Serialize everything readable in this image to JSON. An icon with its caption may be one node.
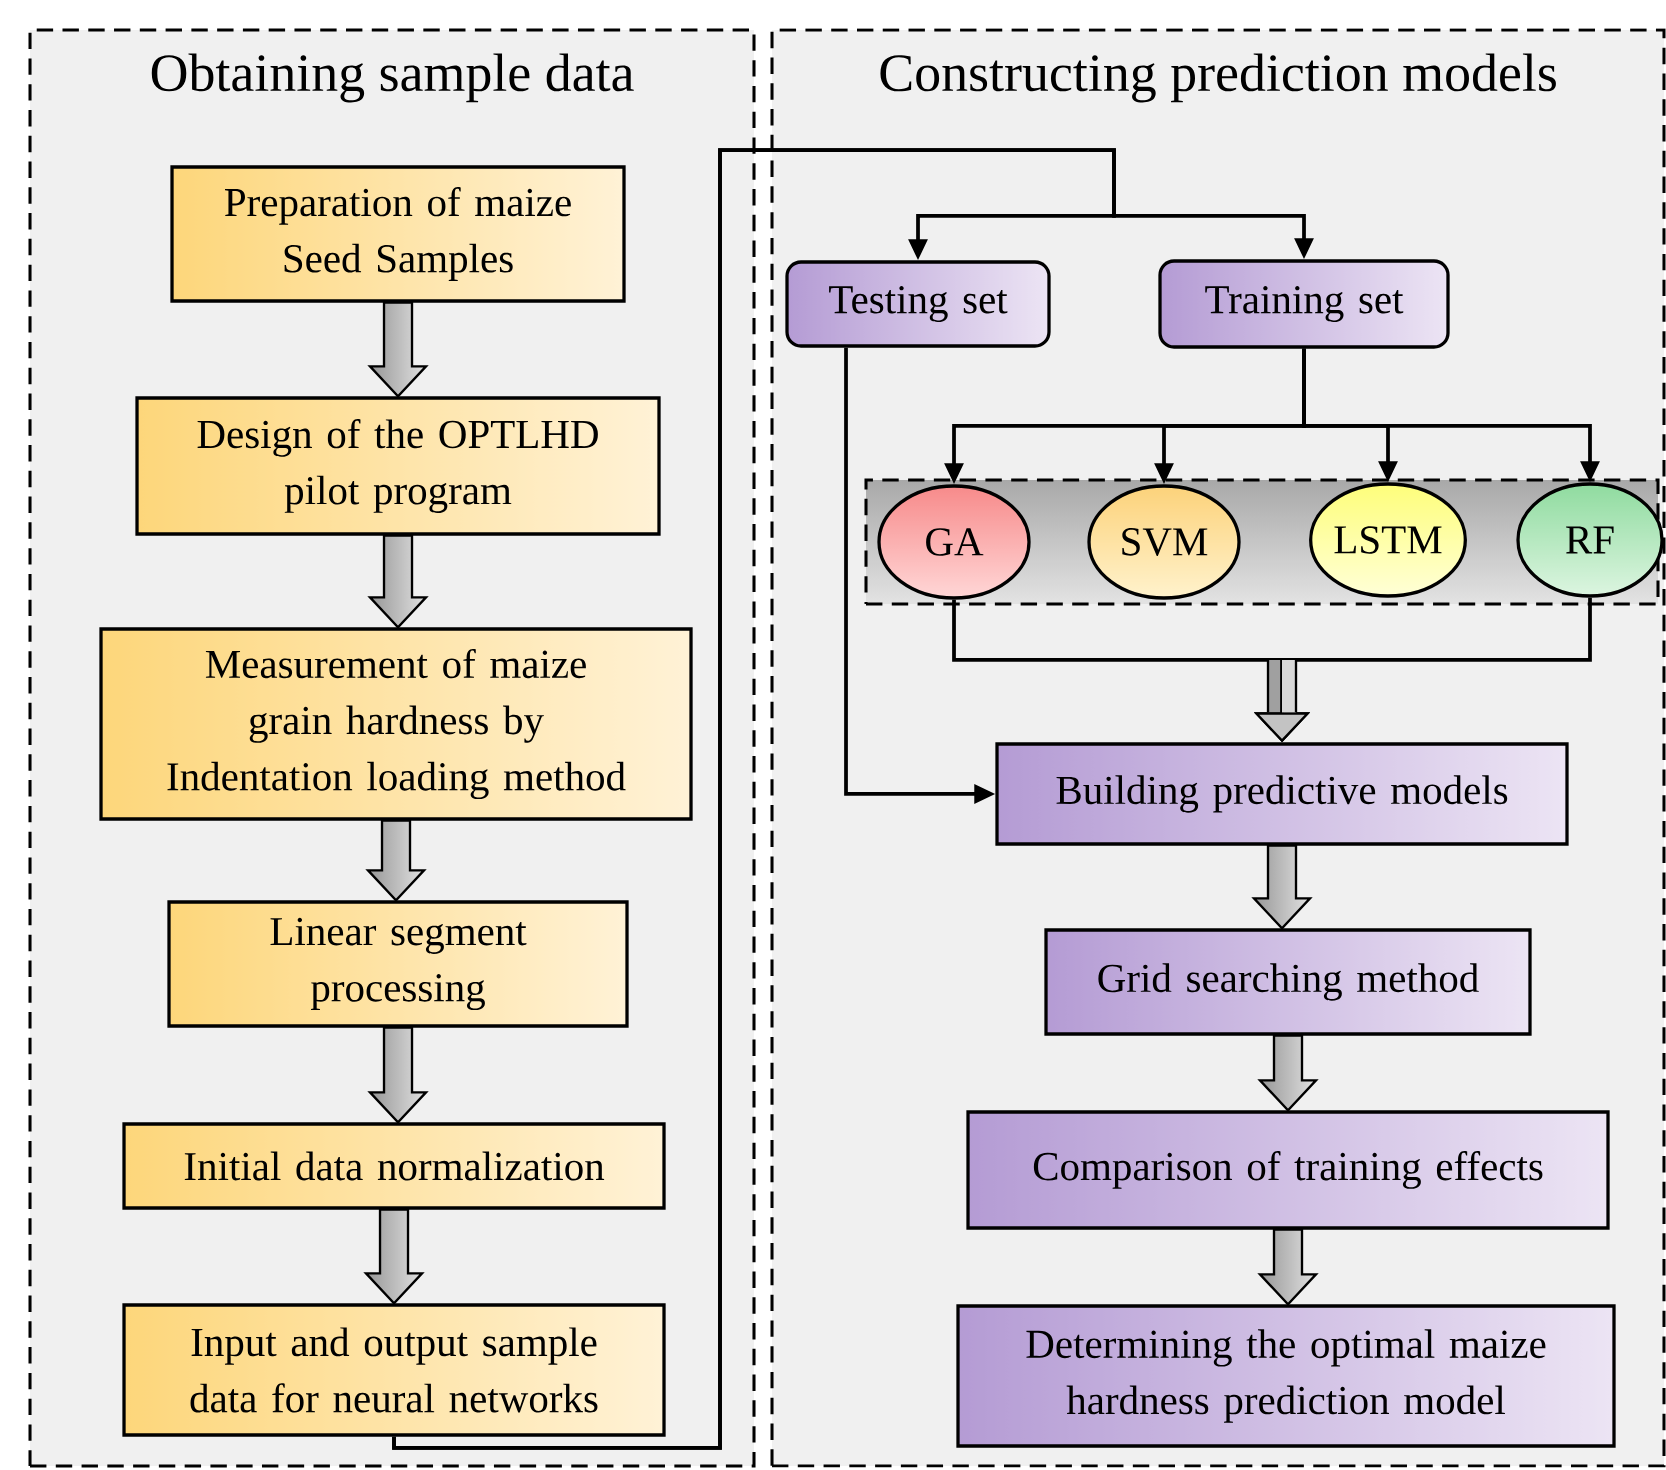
{
  "diagram": {
    "nodes": [
      {
        "text": [
          "Obtaining sample data"
        ]
      },
      {
        "text": [
          "Constructing prediction models"
        ]
      },
      {
        "text": [
          "Preparation of maize Seed Samples"
        ],
        "in": 0
      },
      {
        "text": [
          "Design of the OPTLHD pilot program"
        ],
        "in": 0
      },
      {
        "text": [
          "Measurement of maize grain hardness by Indentation loading method"
        ],
        "in": 0
      },
      {
        "text": [
          "Linear segment processing"
        ],
        "in": 0
      },
      {
        "text": [
          "Initial data normalization"
        ],
        "in": 0
      },
      {
        "text": [
          "Input and output sample data for neural networks"
        ],
        "in": 0
      },
      {
        "text": [
          "Testing set"
        ],
        "in": 1
      },
      {
        "text": [
          "Training set"
        ],
        "in": 1
      },
      {
        "text": [],
        "shape": "box",
        "in": 1
      },
      {
        "text": [
          "GA"
        ],
        "in": 10
      },
      {
        "text": [
          "SVM"
        ],
        "in": 10
      },
      {
        "text": [
          "LSTM"
        ],
        "in": 10
      },
      {
        "text": [
          "RF"
        ],
        "in": 10
      },
      {
        "text": [
          "Building predictive models"
        ],
        "in": 1
      },
      {
        "text": [
          "Grid searching method"
        ],
        "in": 1
      },
      {
        "text": [
          "Comparison of training effects"
        ],
        "in": 1
      },
      {
        "text": [
          "Determining the optimal maize hardness prediction model"
        ],
        "in": 1
      }
    ],
    "edges": [
      {
        "from": 2,
        "to": 3,
        "arrow": "to",
        "style": "thick"
      },
      {
        "from": 3,
        "to": 4,
        "arrow": "to",
        "style": "thick"
      },
      {
        "from": 4,
        "to": 5,
        "arrow": "to",
        "style": "thick"
      },
      {
        "from": 5,
        "to": 6,
        "arrow": "to",
        "style": "thick"
      },
      {
        "from": 6,
        "to": 7,
        "arrow": "to",
        "style": "thick"
      },
      {
        "from": 7,
        "to": 8,
        "arrow": "to"
      },
      {
        "from": 7,
        "to": 9,
        "arrow": "to"
      },
      {
        "from": 9,
        "to": 11,
        "arrow": "to"
      },
      {
        "from": 9,
        "to": 12,
        "arrow": "to"
      },
      {
        "from": 9,
        "to": 13,
        "arrow": "to"
      },
      {
        "from": 9,
        "to": 14,
        "arrow": "to"
      },
      {
        "from": 8,
        "to": 15,
        "arrow": "to"
      },
      {
        "from": 11,
        "to": 15,
        "arrow": "to"
      },
      {
        "from": 14,
        "to": 15,
        "arrow": "to"
      },
      {
        "from": 15,
        "to": 16,
        "arrow": "to",
        "style": "thick"
      },
      {
        "from": 16,
        "to": 17,
        "arrow": "to",
        "style": "thick"
      },
      {
        "from": 17,
        "to": 18,
        "arrow": "to",
        "style": "thick"
      }
    ]
  }
}
